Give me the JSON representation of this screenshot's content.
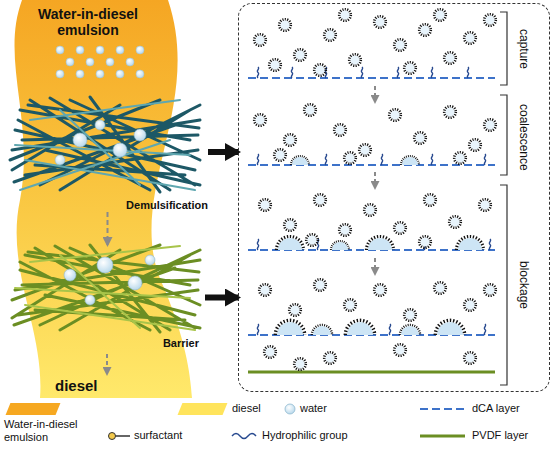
{
  "diagram": {
    "nodes": [
      {
        "text": [
          "Water-in-diesel emulsion",
          "diesel"
        ]
      },
      {
        "text": [
          "Demulsification"
        ],
        "in": 0
      },
      {
        "text": [
          "Barrier"
        ],
        "in": 0
      },
      {
        "text": [
          "capture",
          "coalescence",
          "blockage"
        ]
      }
    ],
    "edges": [
      {
        "from": 1,
        "to": 2,
        "arrow": "to"
      },
      {
        "from": 1,
        "to": 3,
        "arrow": "to"
      },
      {
        "from": 2,
        "to": 3,
        "arrow": "to"
      }
    ],
    "legend": [
      {
        "text": "Water-in-diesel emulsion",
        "color": "#f6a821"
      },
      {
        "text": "diesel",
        "color": "#ffe45c"
      },
      {
        "text": "water"
      },
      {
        "text": "dCA layer"
      },
      {
        "text": "surfactant"
      },
      {
        "text": "Hydrophilic group"
      },
      {
        "text": "PVDF layer"
      }
    ]
  }
}
